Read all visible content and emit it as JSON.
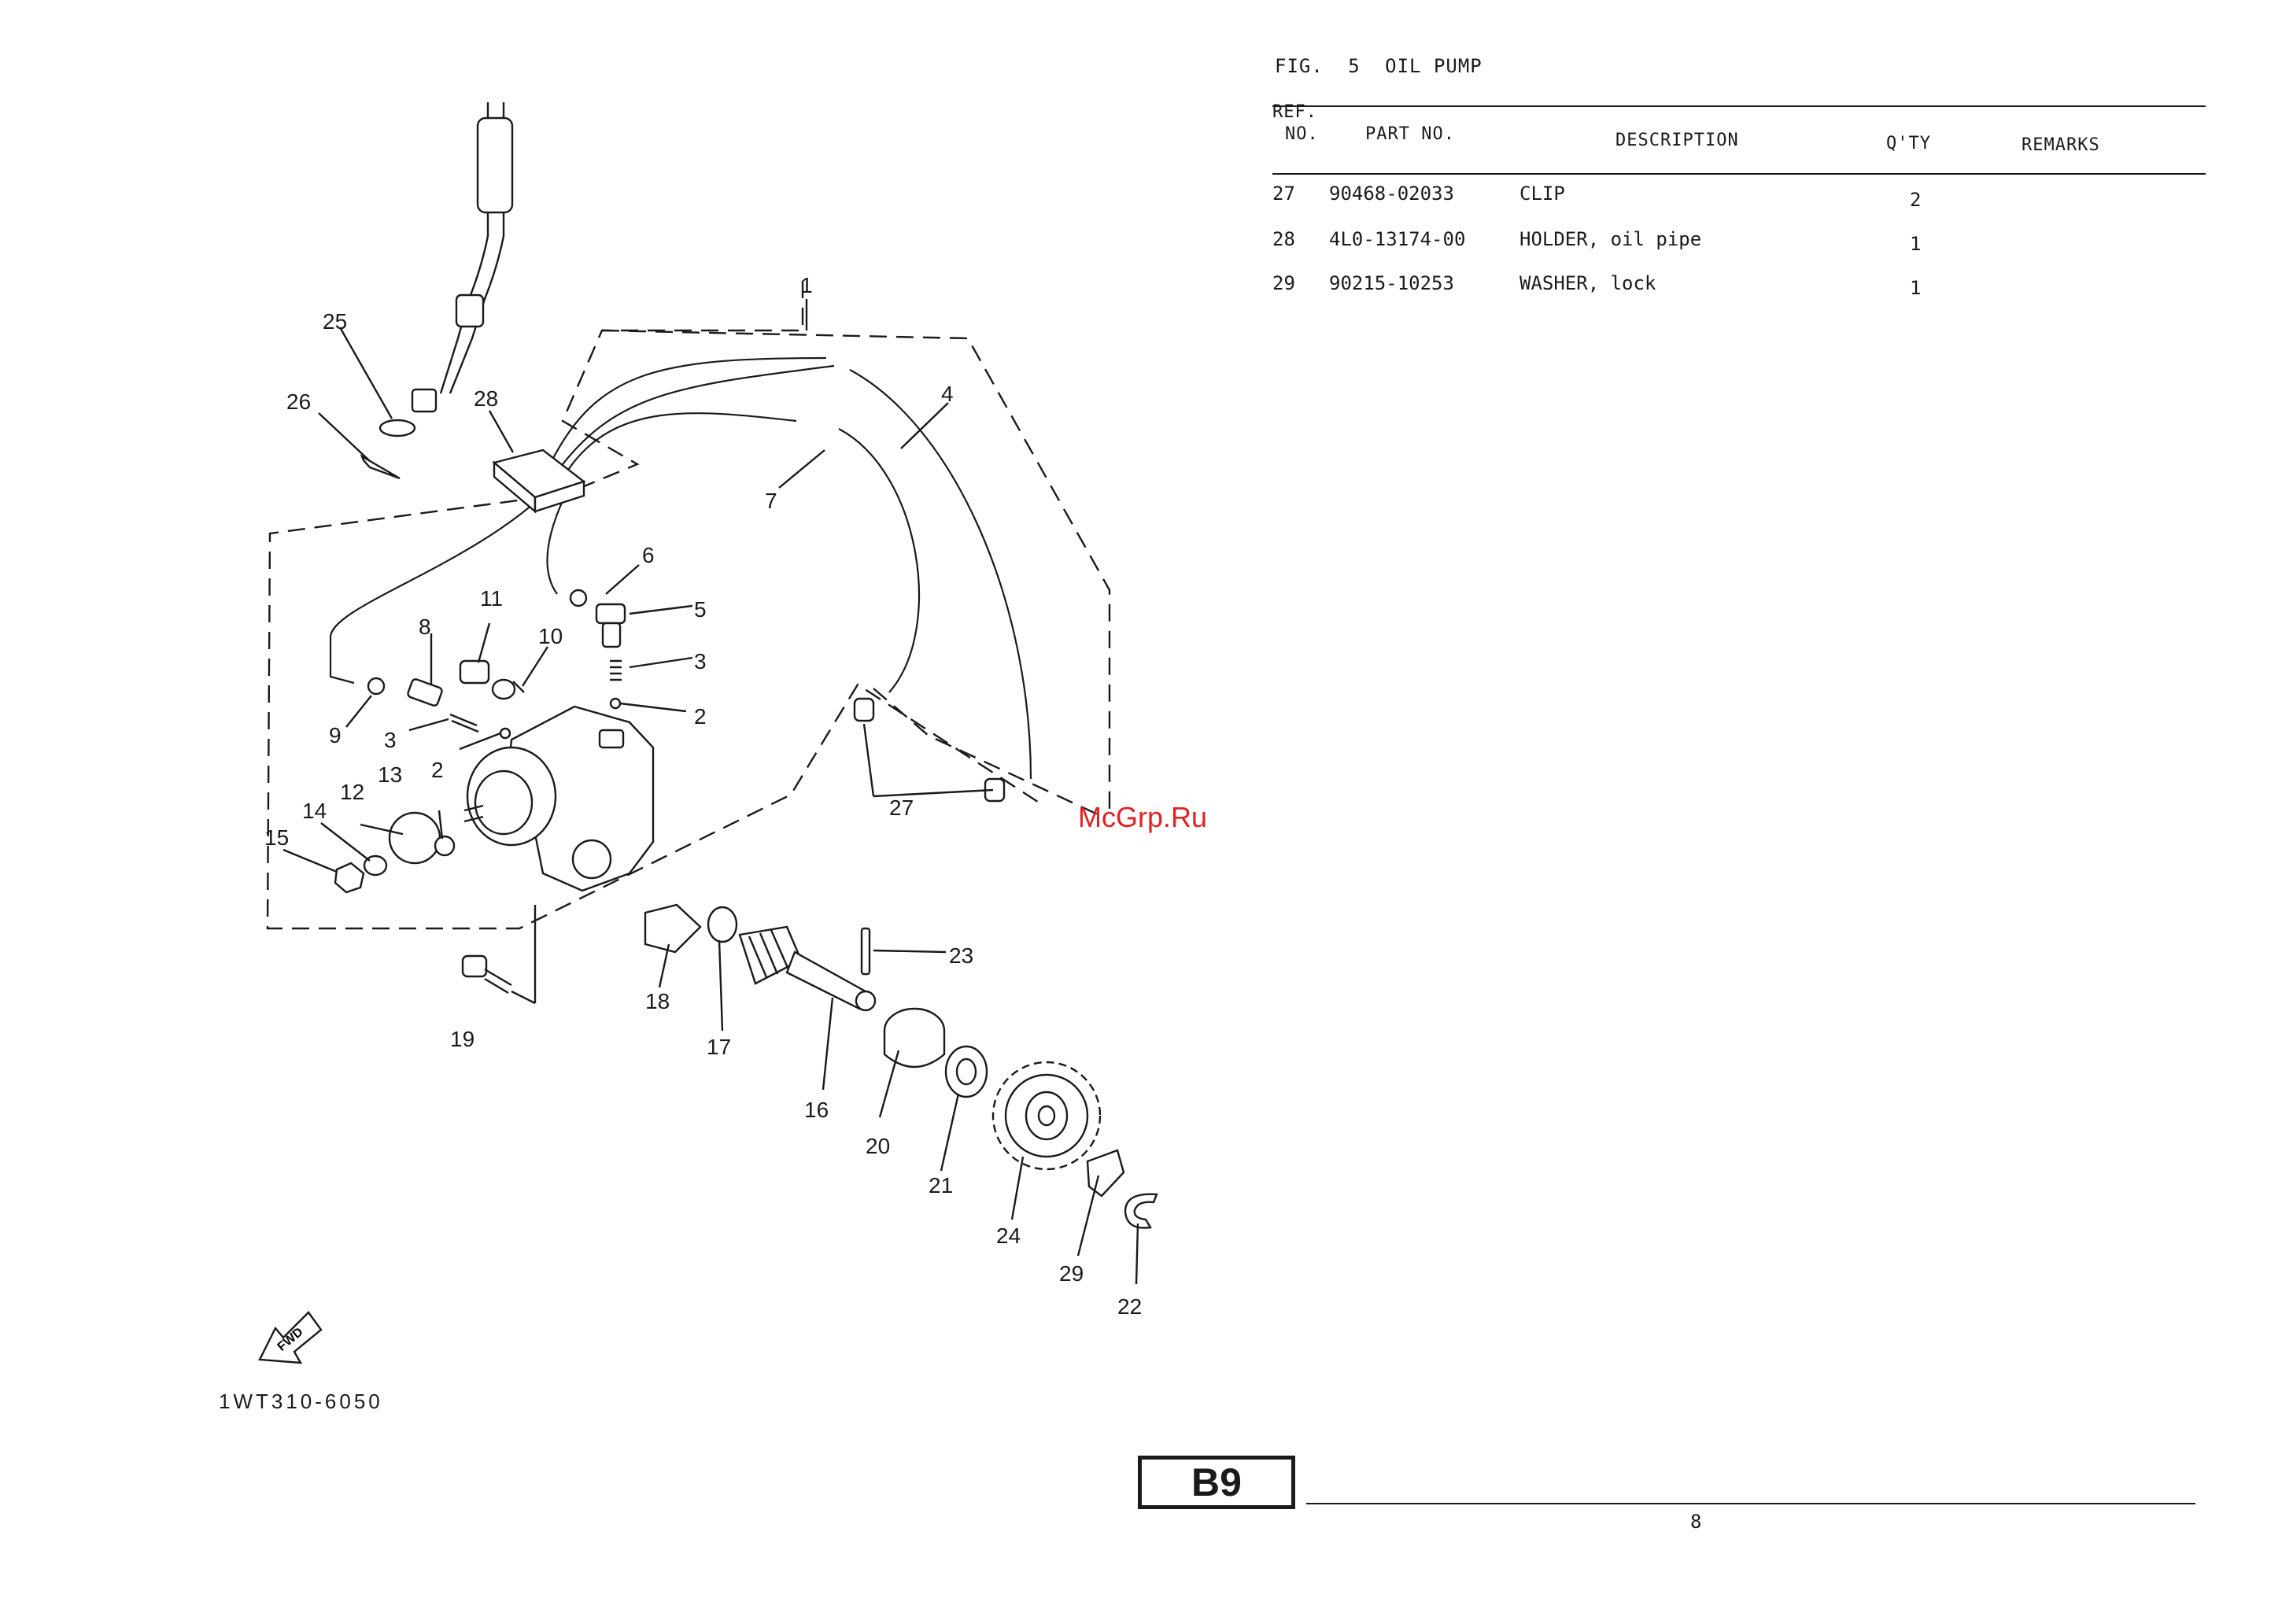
{
  "figure": {
    "label": "FIG.",
    "number": "5",
    "title": "OIL PUMP"
  },
  "table": {
    "headers": {
      "ref_line1": "REF.",
      "ref_line2": "NO.",
      "part_no": "PART NO.",
      "description": "DESCRIPTION",
      "qty": "Q'TY",
      "remarks": "REMARKS"
    },
    "rows": [
      {
        "ref": "27",
        "part_no": "90468-02033",
        "description": "CLIP",
        "qty": "2"
      },
      {
        "ref": "28",
        "part_no": "4L0-13174-00",
        "description": "HOLDER, oil pipe",
        "qty": "1"
      },
      {
        "ref": "29",
        "part_no": "90215-10253",
        "description": "WASHER, lock",
        "qty": "1"
      }
    ]
  },
  "callouts": {
    "c1": "1",
    "c2a": "2",
    "c2b": "2",
    "c3a": "3",
    "c3b": "3",
    "c4": "4",
    "c5": "5",
    "c6": "6",
    "c7": "7",
    "c8": "8",
    "c9": "9",
    "c10": "10",
    "c11": "11",
    "c12": "12",
    "c13": "13",
    "c14": "14",
    "c15": "15",
    "c16": "16",
    "c17": "17",
    "c18": "18",
    "c19": "19",
    "c20": "20",
    "c21": "21",
    "c22": "22",
    "c23": "23",
    "c24": "24",
    "c25": "25",
    "c26": "26",
    "c27": "27",
    "c28": "28",
    "c29": "29"
  },
  "fwd_label": "FWD",
  "watermark": "McGrp.Ru",
  "catalog_code": "1WT310-6050",
  "section_code": "B9",
  "page_number": "8"
}
